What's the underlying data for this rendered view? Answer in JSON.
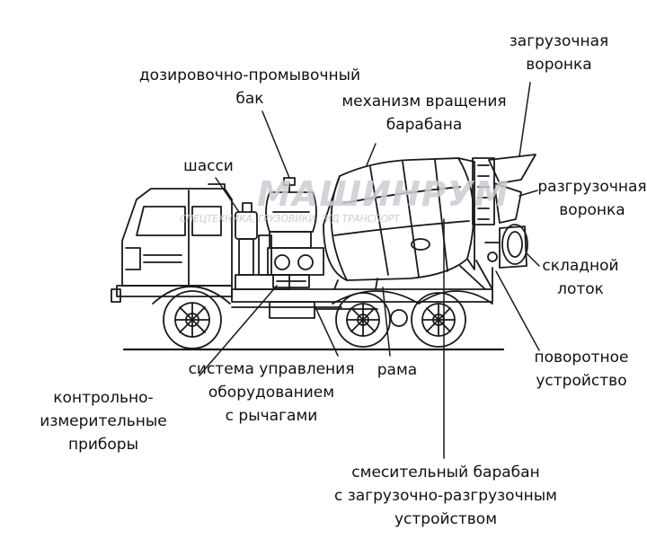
{
  "labels": {
    "loading_hopper": [
      "загрузочная",
      "воронка"
    ],
    "dosing_tank": [
      "дозировочно-промывочный",
      "бак"
    ],
    "rotation_mechanism": [
      "механизм вращения",
      "барабана"
    ],
    "chassis": [
      "шасси"
    ],
    "unloading_hopper": [
      "разгрузочная",
      "воронка"
    ],
    "folding_chute": [
      "складной",
      "лоток"
    ],
    "rotary_device": [
      "поворотное",
      "устройство"
    ],
    "control_system": [
      "система управления",
      "оборудованием",
      "с рычагами"
    ],
    "frame": [
      "рама"
    ],
    "instruments": [
      "контрольно-",
      "измерительные",
      "приборы"
    ],
    "mixing_drum": [
      "смесительный барабан",
      "с загрузочно-разгрузочным",
      "устройством"
    ]
  },
  "watermark": {
    "brand": "МАШИНРУМ",
    "tagline": "СПЕЦТЕХНИКА, ГРУЗОВИКИ, ЖД ТРАНСПОРТ"
  },
  "colors": {
    "line": "#1a1a1a",
    "text": "#111111",
    "watermark": "#c9cdd3"
  }
}
